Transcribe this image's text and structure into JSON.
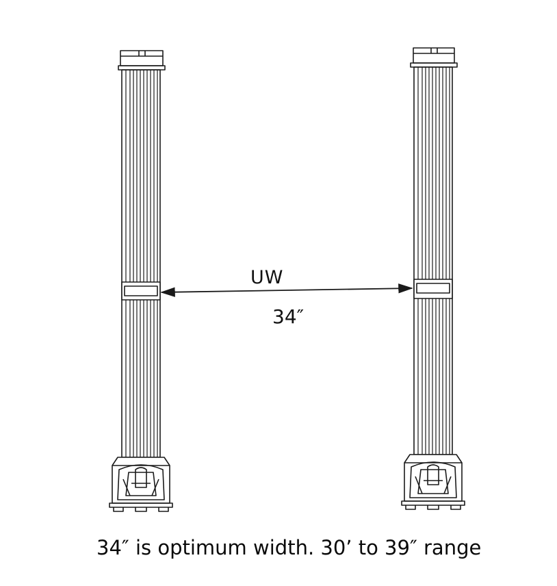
{
  "diagram": {
    "measure_label": "UW",
    "dimension_value": "34″",
    "caption": "34″ is optimum width. 30’ to 39″ range"
  },
  "colors": {
    "line": "#1a1a1a",
    "background": "#ffffff"
  }
}
